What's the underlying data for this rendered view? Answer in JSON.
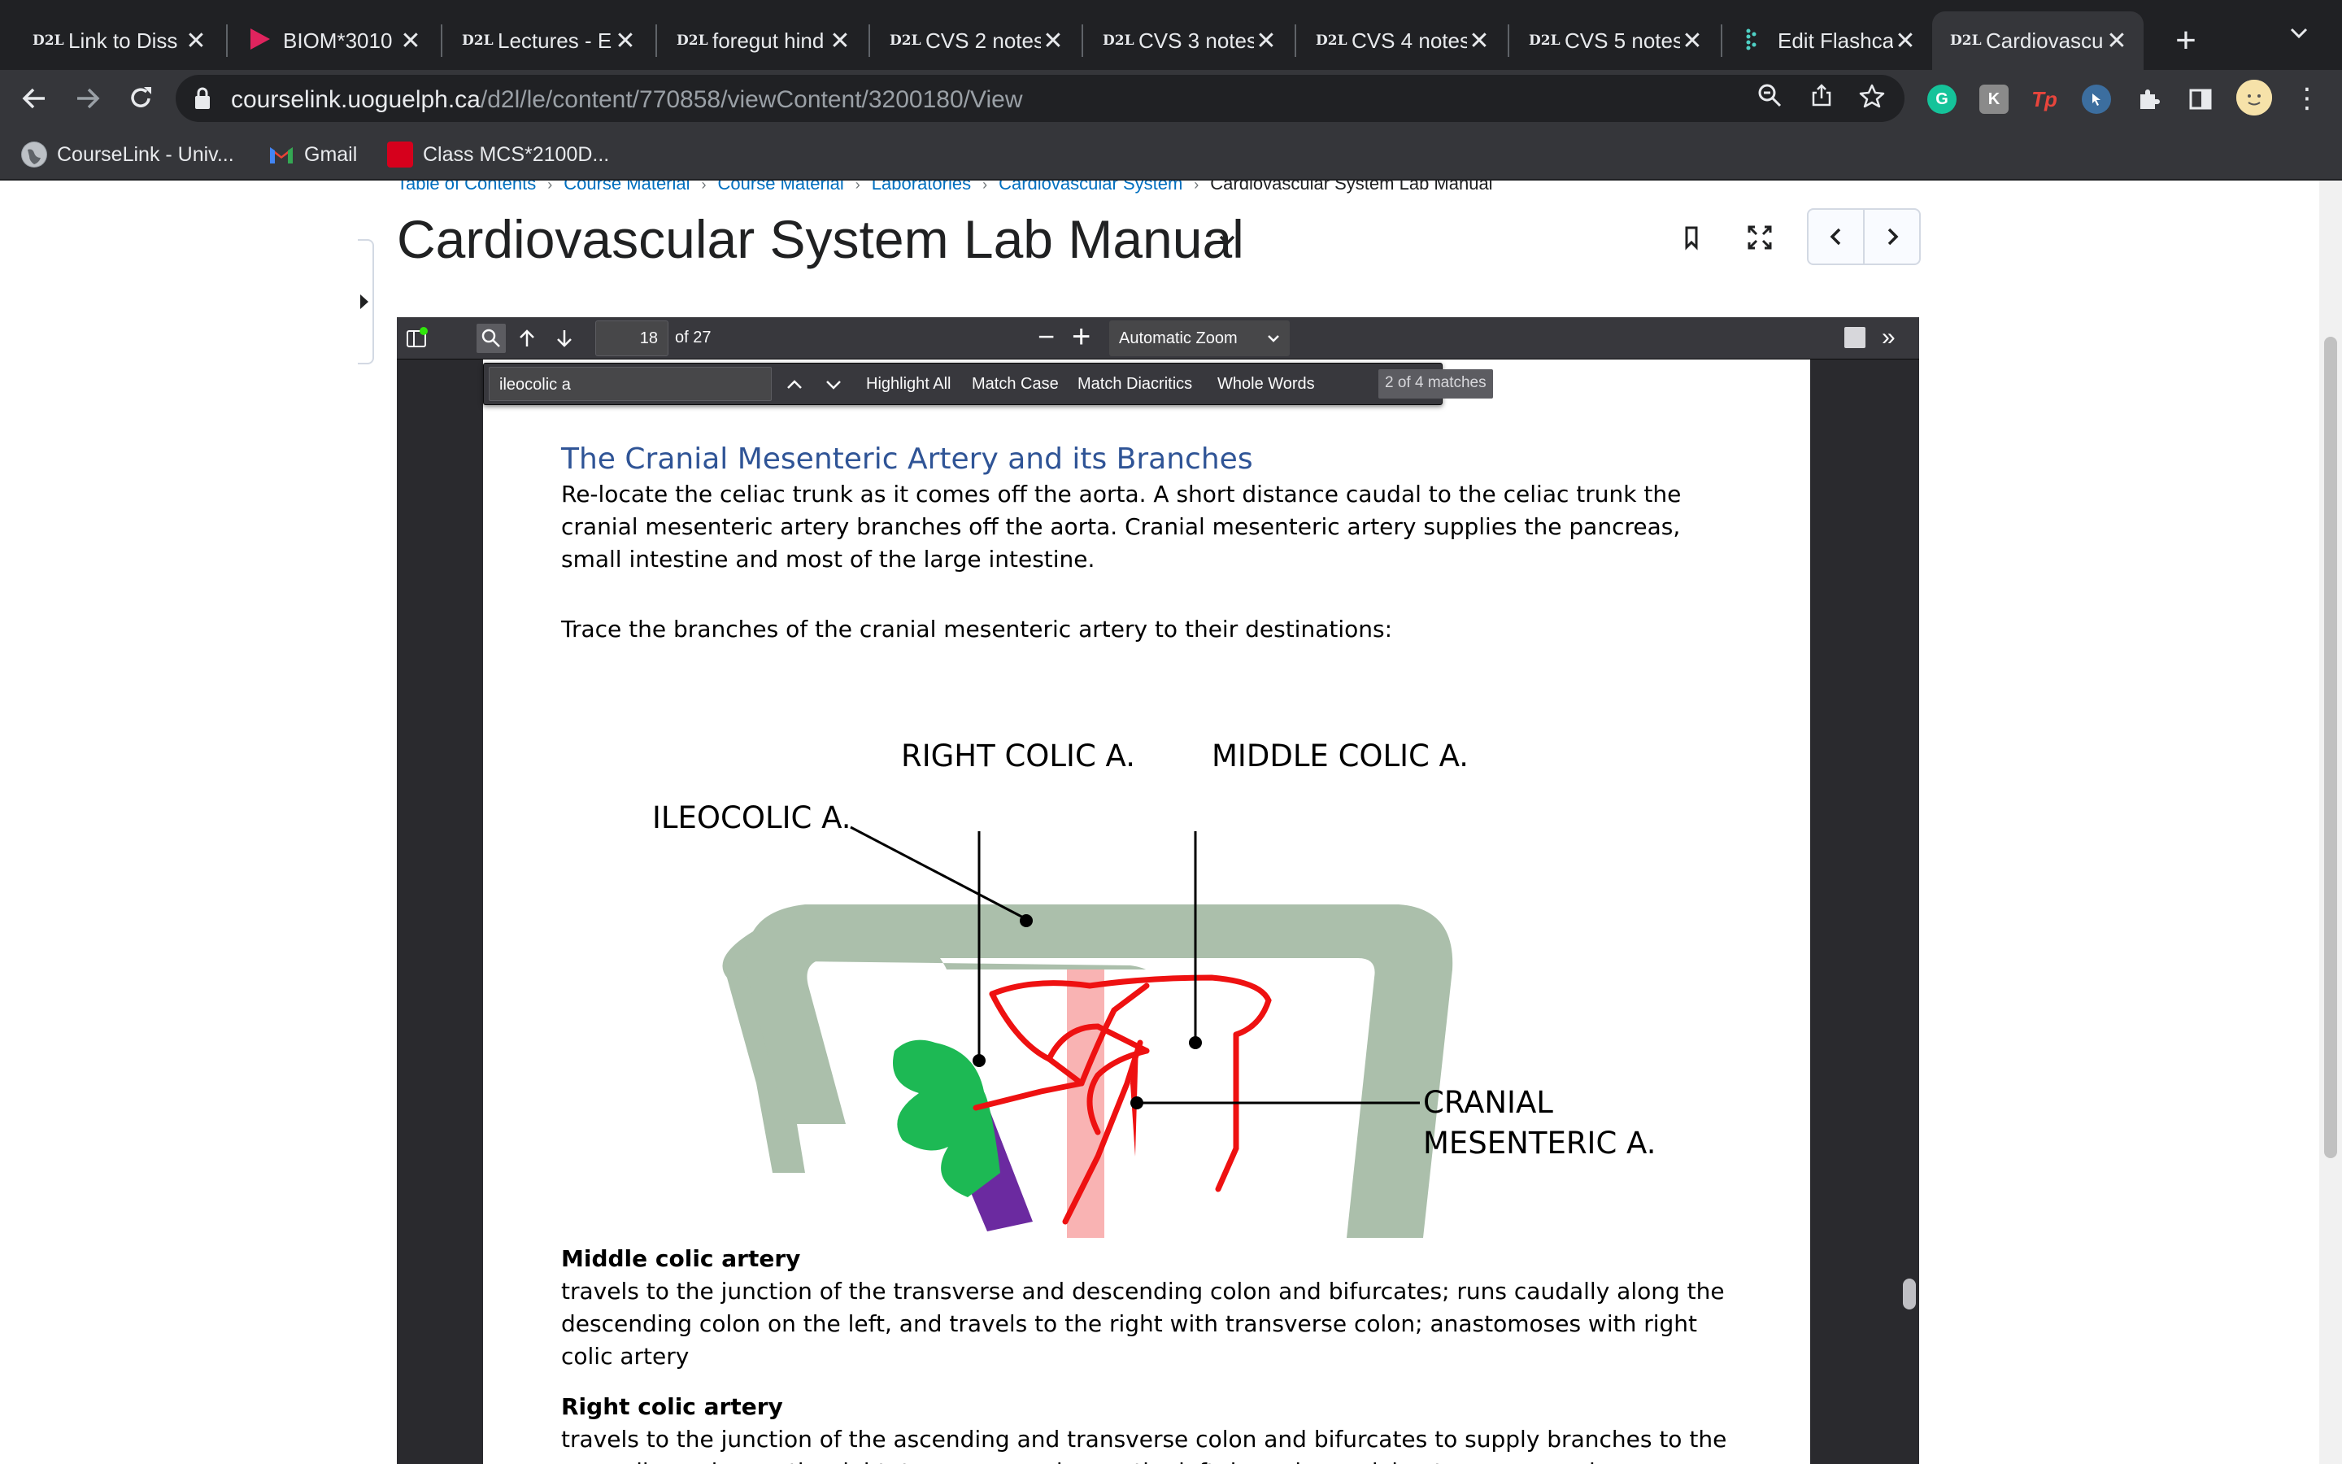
{
  "browser": {
    "tabs": [
      {
        "favicon": "D2L",
        "title": "Link to Diss"
      },
      {
        "favicon": "play-icon",
        "title": "BIOM*3010"
      },
      {
        "favicon": "D2L",
        "title": "Lectures - E"
      },
      {
        "favicon": "D2L",
        "title": "foregut hind"
      },
      {
        "favicon": "D2L",
        "title": "CVS 2 notes"
      },
      {
        "favicon": "D2L",
        "title": "CVS 3 notes"
      },
      {
        "favicon": "D2L",
        "title": "CVS 4 notes"
      },
      {
        "favicon": "D2L",
        "title": "CVS 5 notes"
      },
      {
        "favicon": "flashcard-icon",
        "title": "Edit Flashca"
      },
      {
        "favicon": "D2L",
        "title": "Cardiovascu"
      }
    ],
    "url_host": "courselink.uoguelph.ca",
    "url_path": "/d2l/le/content/770858/viewContent/3200180/View",
    "bookmarks": [
      {
        "icon": "globe-icon",
        "label": "CourseLink - Univ..."
      },
      {
        "icon": "gmail-icon",
        "label": "Gmail"
      },
      {
        "icon": "mcgraw-hill-icon",
        "label": "Class MCS*2100D..."
      }
    ],
    "extensions": [
      {
        "name": "grammarly-icon",
        "label": "G",
        "color": "#15c39a"
      },
      {
        "name": "extension-k-icon",
        "label": "K",
        "color": "#8a8a8a"
      },
      {
        "name": "tp-icon",
        "label": "Tp",
        "color": "#e8453c"
      },
      {
        "name": "cursor-icon",
        "label": "",
        "color": "#3c6e9f"
      }
    ]
  },
  "breadcrumb": {
    "items": [
      "Table of Contents",
      "Course Material",
      "Course Material",
      "Laboratories",
      "Cardiovascular System"
    ],
    "current": "Cardiovascular System Lab Manual"
  },
  "page": {
    "title": "Cardiovascular System Lab Manual"
  },
  "pdf_viewer": {
    "page_number": "18",
    "page_count": "of 27",
    "zoom": "Automatic Zoom",
    "find": {
      "query": "ileocolic a",
      "options": [
        "Highlight All",
        "Match Case",
        "Match Diacritics",
        "Whole Words"
      ],
      "result": "2 of 4 matches"
    }
  },
  "document": {
    "heading": "The Cranial Mesenteric Artery and its Branches",
    "para1": "Re-locate the celiac trunk as it comes off the aorta.  A short distance caudal to the celiac trunk the cranial mesenteric artery branches off the aorta.  Cranial mesenteric artery supplies the pancreas, small intestine and most of the large intestine.",
    "para2": "Trace the branches of the cranial mesenteric artery to their destinations:",
    "diagram": {
      "label_right_colic": "RIGHT COLIC A.",
      "label_middle_colic": "MIDDLE COLIC A.",
      "label_ileocolic": "ILEOCOLIC A.",
      "label_cranial_1": "CRANIAL",
      "label_cranial_2": "MESENTERIC A.",
      "colors": {
        "colon": "#abbfab",
        "artery": "#ee1111",
        "aorta": "#f9b3b3",
        "pancreas": "#1db954",
        "duodenum": "#6b2aa0"
      }
    },
    "middle_colic_heading": "Middle colic artery",
    "middle_colic_text": "travels to the junction of the transverse and descending colon and bifurcates;  runs caudally along the descending colon on the left, and travels to the right with transverse colon;  anastomoses with right colic artery",
    "right_colic_heading": "Right colic artery",
    "right_colic_text": "travels to the junction of the ascending and transverse colon and bifurcates to supply branches to the ascending colon on the right, transverse colon on the left;  branch supplying transverse colon anastomoses with middle colic artery;"
  }
}
